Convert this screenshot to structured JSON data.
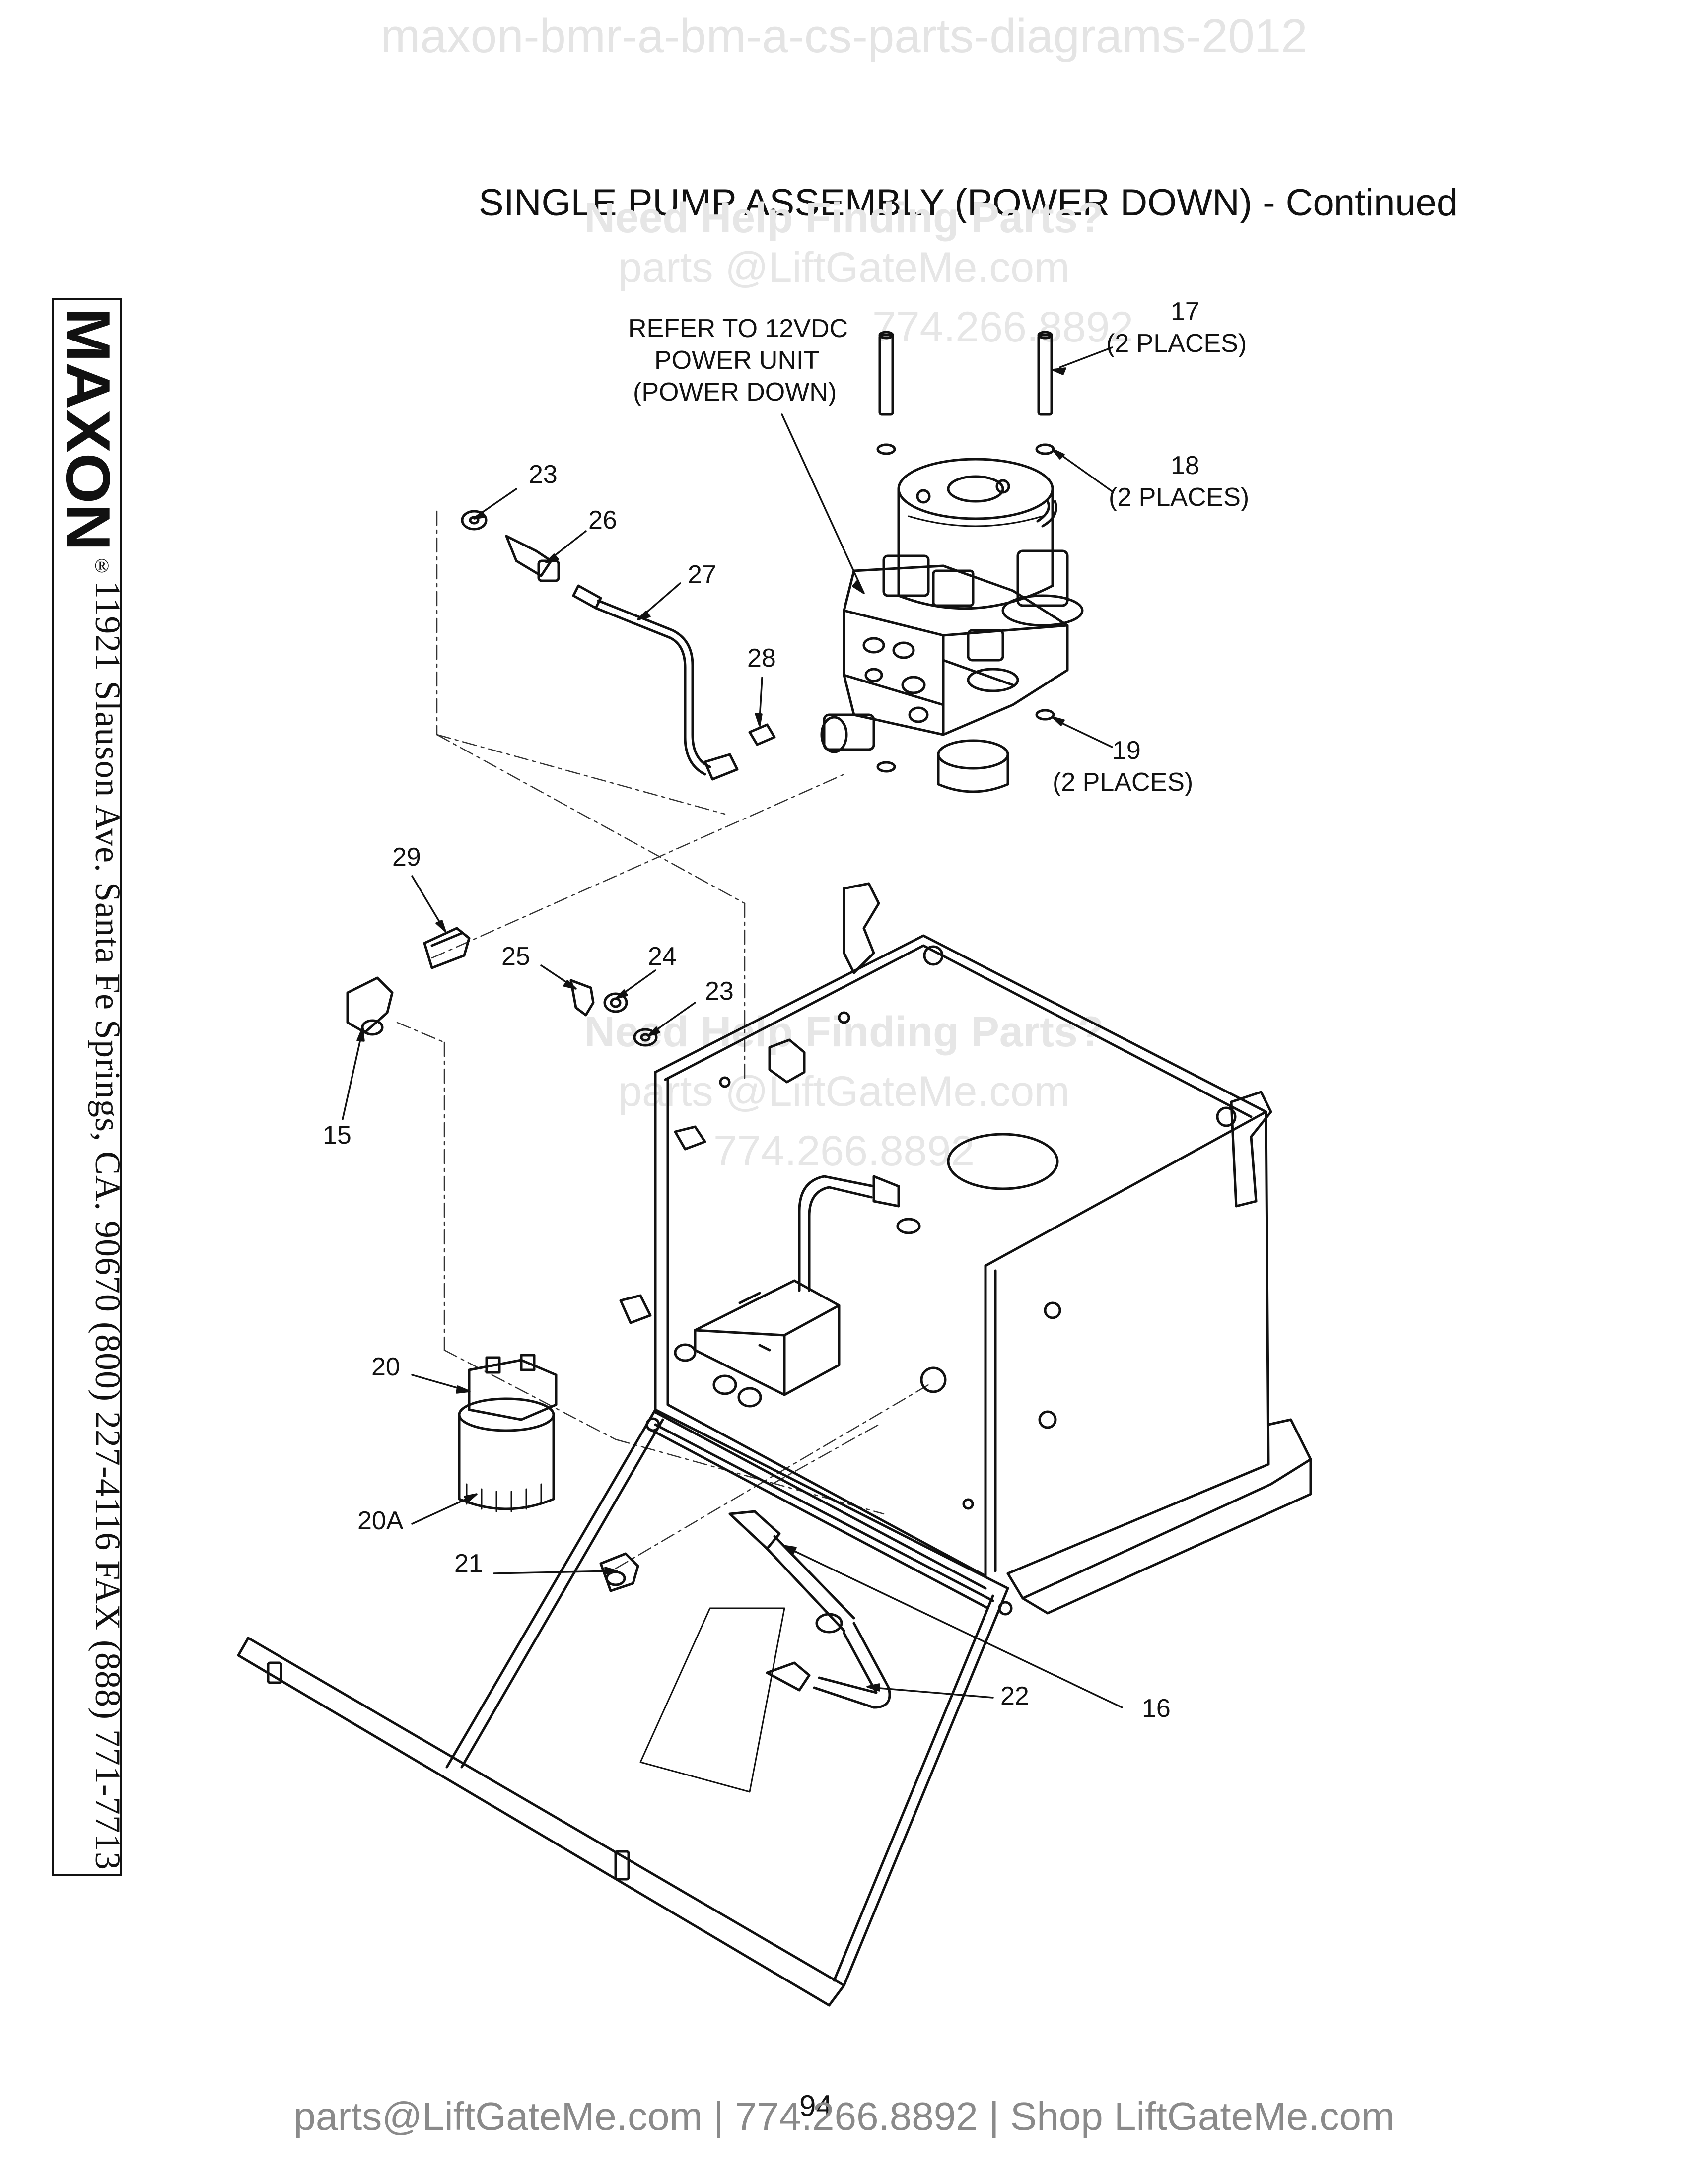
{
  "header_watermark": "maxon-bmr-a-bm-a-cs-parts-diagrams-2012",
  "title": "SINGLE PUMP ASSEMBLY (POWER DOWN) - Continued",
  "watermark_lines": [
    "Need Help Finding Parts?",
    "parts @LiftGateMe.com",
    "774.266.8892"
  ],
  "watermark_lines_2": [
    "Need Help Finding Parts?",
    "parts @LiftGateMe.com",
    "774.266.8892"
  ],
  "brand": {
    "logo_text": "MAXON",
    "registered": "®"
  },
  "sidebar_address": "11921 Slauson Ave.  Santa Fe Springs, CA.  90670  (800) 227-4116  FAX (888) 771-7713",
  "callouts": {
    "refer": [
      "REFER TO 12VDC",
      "POWER UNIT",
      "(POWER DOWN)"
    ],
    "c17": "17",
    "c17_note": "(2 PLACES)",
    "c18": "18",
    "c18_note": "(2 PLACES)",
    "c19": "19",
    "c19_note": "(2 PLACES)",
    "c23a": "23",
    "c26": "26",
    "c27": "27",
    "c28": "28",
    "c29": "29",
    "c25": "25",
    "c24": "24",
    "c23b": "23",
    "c15": "15",
    "c20": "20",
    "c20a": "20A",
    "c21": "21",
    "c22": "22",
    "c16": "16"
  },
  "page_number": "94",
  "footer": "parts@LiftGateMe.com | 774.266.8892 | Shop LiftGateMe.com"
}
